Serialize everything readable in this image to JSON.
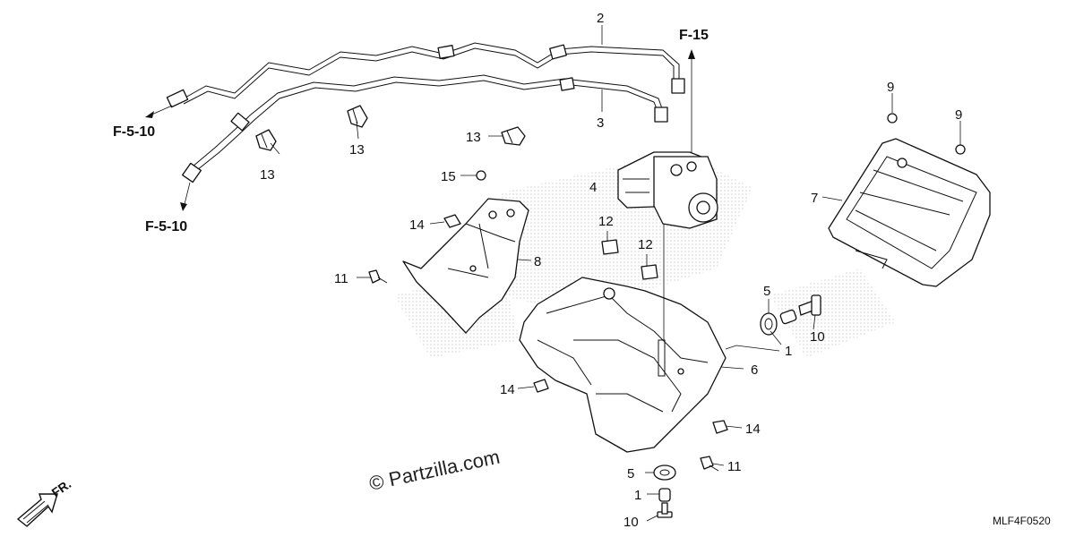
{
  "diagram": {
    "refs": {
      "f15": "F-15",
      "f510a": "F-5-10",
      "f510b": "F-5-10"
    },
    "callouts": {
      "c1a": "1",
      "c1b": "1",
      "c2": "2",
      "c3": "3",
      "c4": "4",
      "c5a": "5",
      "c5b": "5",
      "c6": "6",
      "c7": "7",
      "c8": "8",
      "c9a": "9",
      "c9b": "9",
      "c10a": "10",
      "c10b": "10",
      "c11a": "11",
      "c11b": "11",
      "c12a": "12",
      "c12b": "12",
      "c13a": "13",
      "c13b": "13",
      "c13c": "13",
      "c14a": "14",
      "c14b": "14",
      "c14c": "14",
      "c15": "15"
    },
    "watermark": "© Partzilla.com",
    "direction_label": "FR.",
    "drawing_code": "MLF4F0520"
  }
}
